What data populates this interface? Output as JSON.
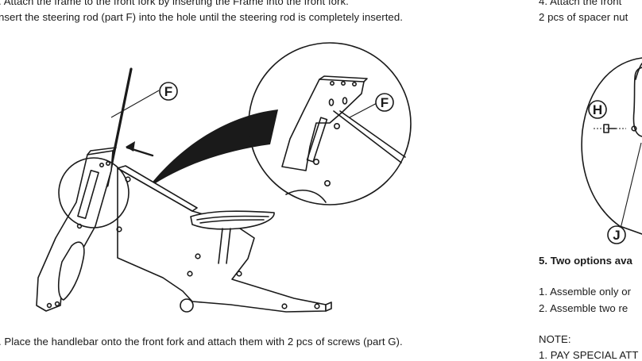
{
  "left": {
    "line1": ". Attach the frame to the front fork by inserting the Frame into the front fork.",
    "line2": "nsert the steering rod (part F) into the hole until the steering rod is completely inserted.",
    "step3": ". Place the handlebar onto the front fork and attach them with 2 pcs of screws (part G).",
    "label_f_main": "F",
    "label_f_zoom": "F"
  },
  "right": {
    "line1": "4. Attach the front",
    "line2": "2 pcs of spacer nut",
    "label_h": "H",
    "label_j": "J",
    "heading5": "5. Two options ava",
    "opt1": "1.  Assemble only or",
    "opt2": "2. Assemble two re",
    "note": "NOTE:",
    "note1": "1. PAY SPECIAL ATT"
  }
}
